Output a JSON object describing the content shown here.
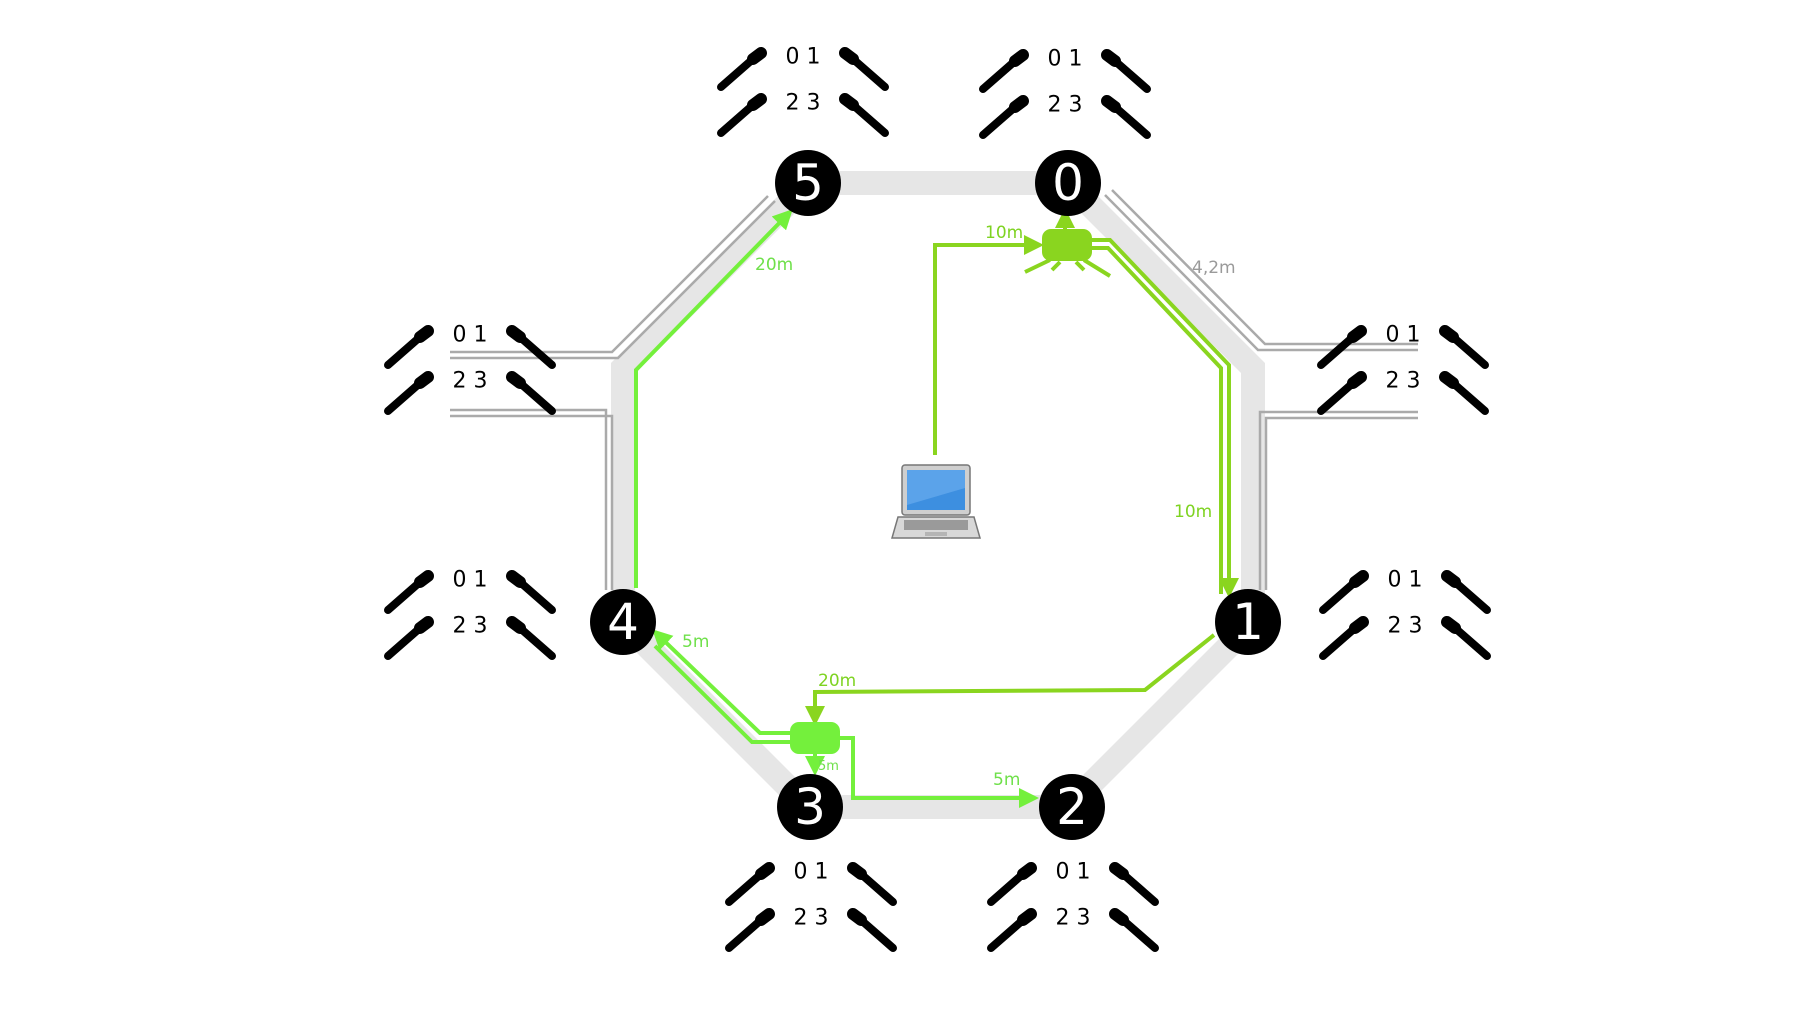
{
  "nodes": [
    {
      "id": "0",
      "label": "0"
    },
    {
      "id": "1",
      "label": "1"
    },
    {
      "id": "2",
      "label": "2"
    },
    {
      "id": "3",
      "label": "3"
    },
    {
      "id": "4",
      "label": "4"
    },
    {
      "id": "5",
      "label": "5"
    }
  ],
  "port_groups": {
    "top_row": "0 1",
    "bottom_row": "2 3"
  },
  "lengths": {
    "hub0_in": "10m",
    "hub0_to_1": "10m",
    "gray_segment": "4,2m",
    "path_4_to_5": "20m",
    "path_1_to_hub3": "20m",
    "hub3_to_4": "5m",
    "hub3_to_3": "5m",
    "hub3_to_2": "5m"
  },
  "colors": {
    "ring": "#e6e6e6",
    "node_fill": "#000000",
    "cable_green": "#8ad51f",
    "cable_lime": "#74f03c",
    "gray_cable": "#aaaaaa",
    "laptop_screen": "#3d8fe0"
  }
}
